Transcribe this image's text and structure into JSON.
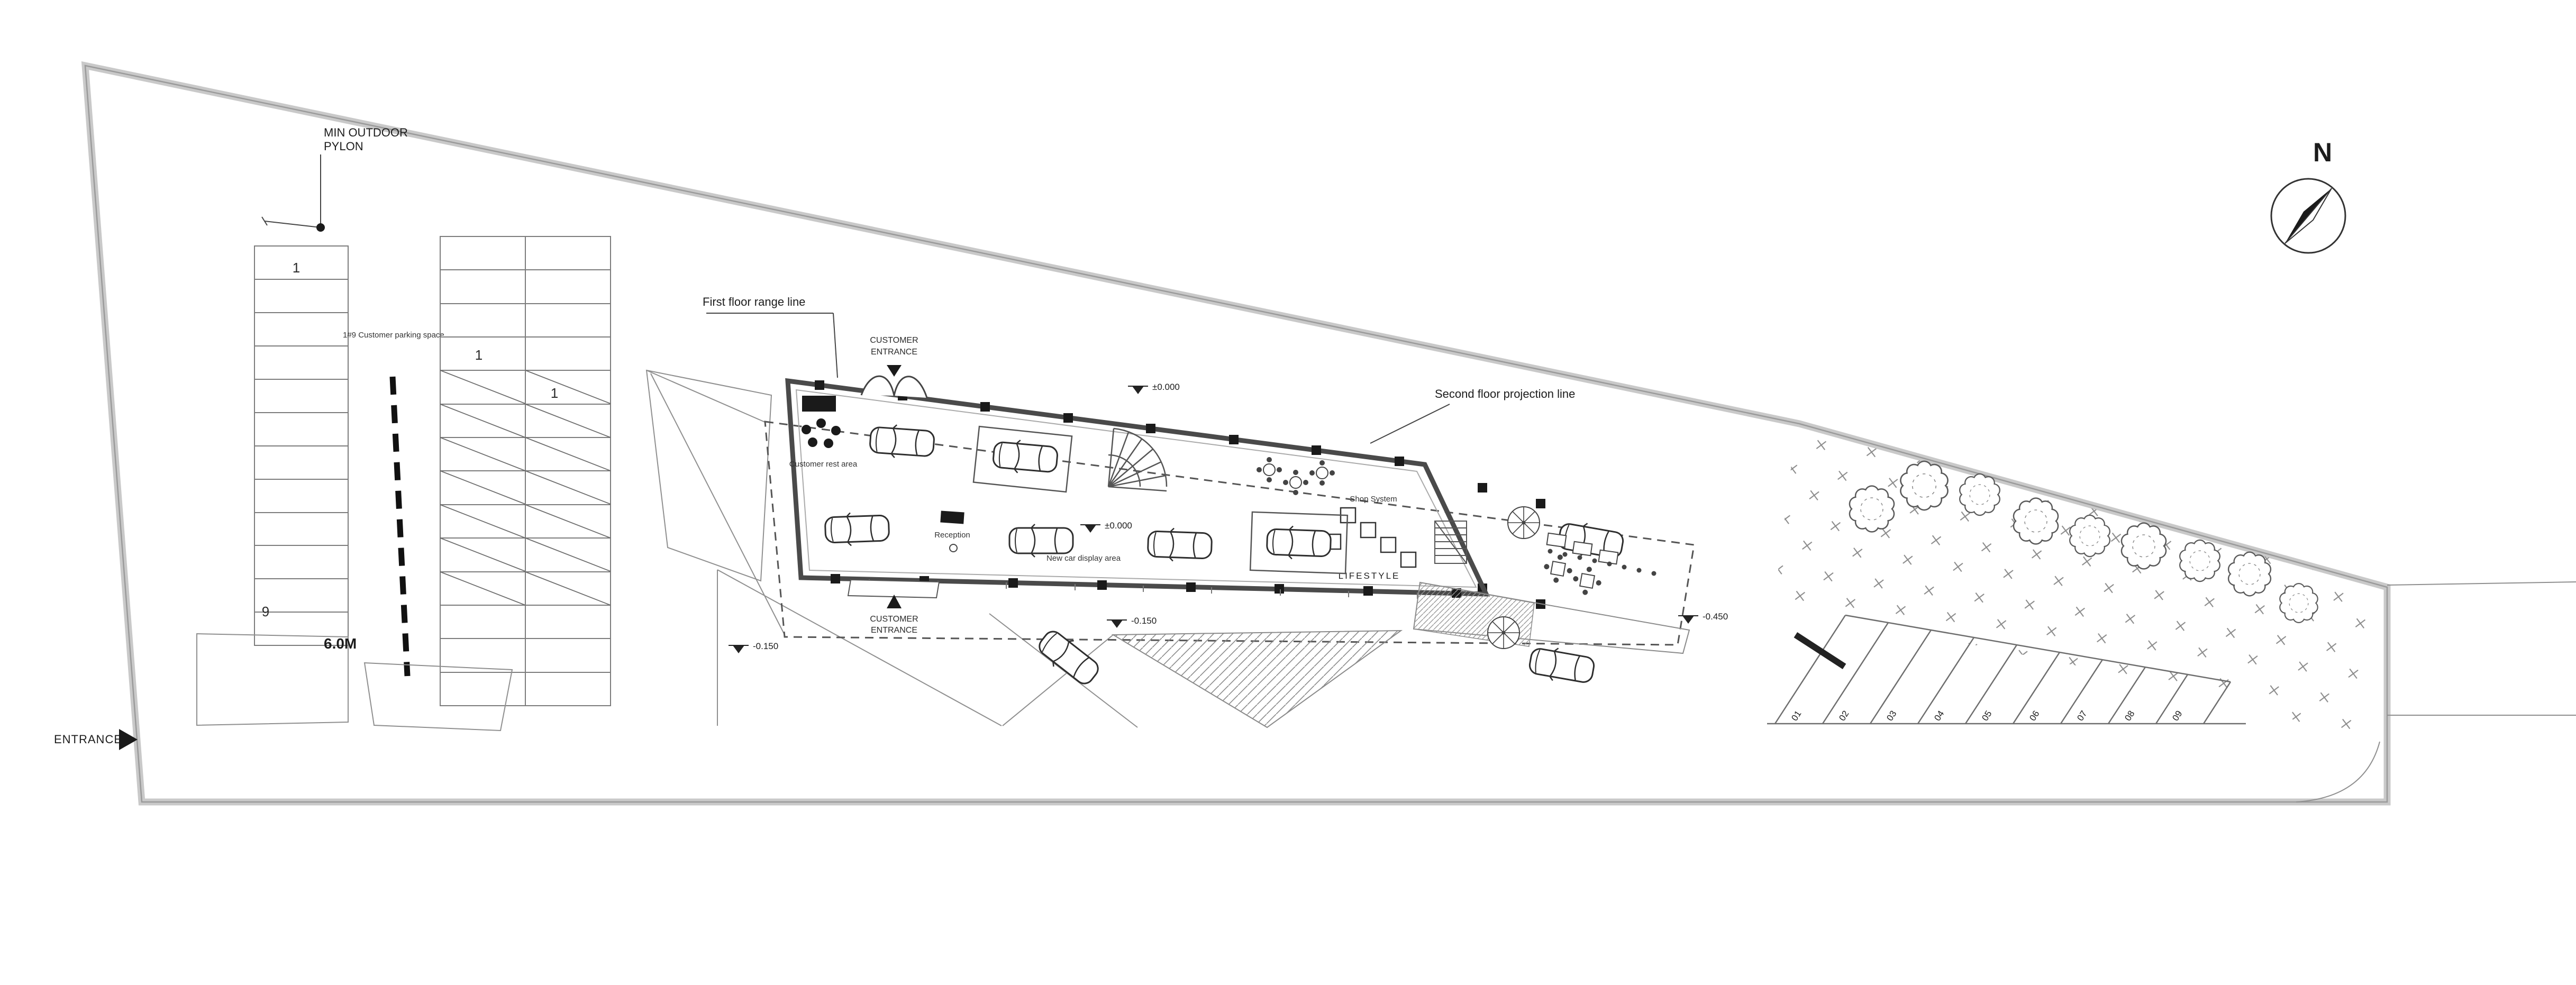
{
  "colors": {
    "ink": "#1a1a1a",
    "boundary_gray": "#c9c9c9"
  },
  "annotations": {
    "pylon_line1": "MIN OUTDOOR",
    "pylon_line2": "PYLON",
    "entrance": "ENTRANCE",
    "first_floor_range_line": "First floor range line",
    "second_floor_projection_line": "Second floor projection line",
    "north": "N",
    "dim_6m": "6.0M",
    "parking_note": "1#9 Customer parking space"
  },
  "building": {
    "customer_entrance_line1": "CUSTOMER",
    "customer_entrance_line2": "ENTRANCE",
    "customer_rest_area": "Customer rest area",
    "reception": "Reception",
    "new_car_display_area": "New car display area",
    "shop_system": "Shop System",
    "lifestyle": "LIFESTYLE"
  },
  "elevations": {
    "e1": "±0.000",
    "e2": "±0.000",
    "e3": "-0.150",
    "e4": "-0.150",
    "e5": "-0.450"
  },
  "parking": {
    "stall_first": "1",
    "stall_last": "9",
    "canopy_stall_a": "1",
    "canopy_stall_b": "1",
    "right_numbers": [
      "01",
      "02",
      "03",
      "04",
      "05",
      "06",
      "07",
      "08",
      "09"
    ]
  }
}
